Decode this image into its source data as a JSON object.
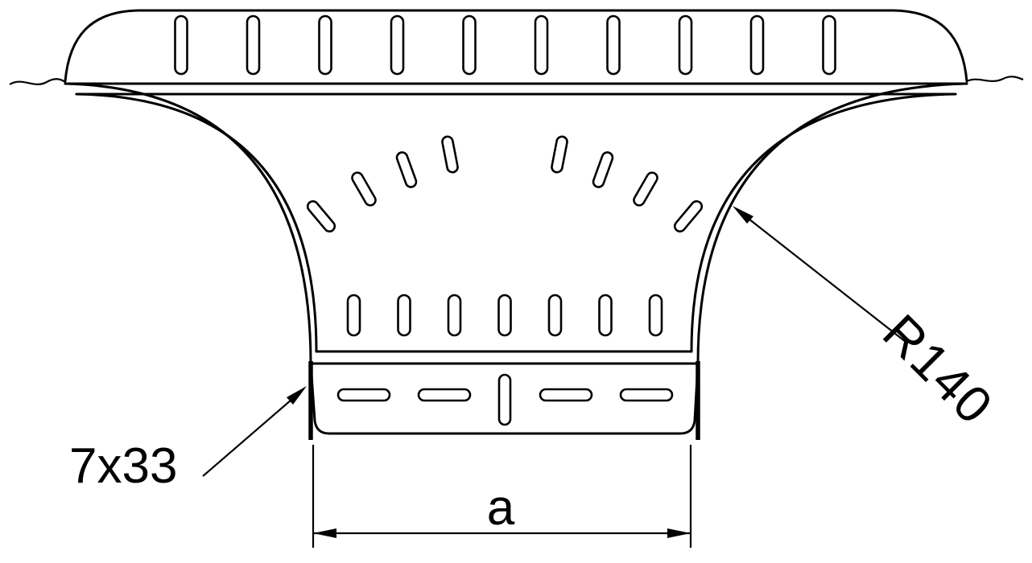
{
  "drawing": {
    "annotations": {
      "width_dimension": "a",
      "slot_dimension": "7x33",
      "bend_radius": "R140"
    },
    "style": {
      "line_color": "#000000",
      "background": "#ffffff"
    }
  }
}
